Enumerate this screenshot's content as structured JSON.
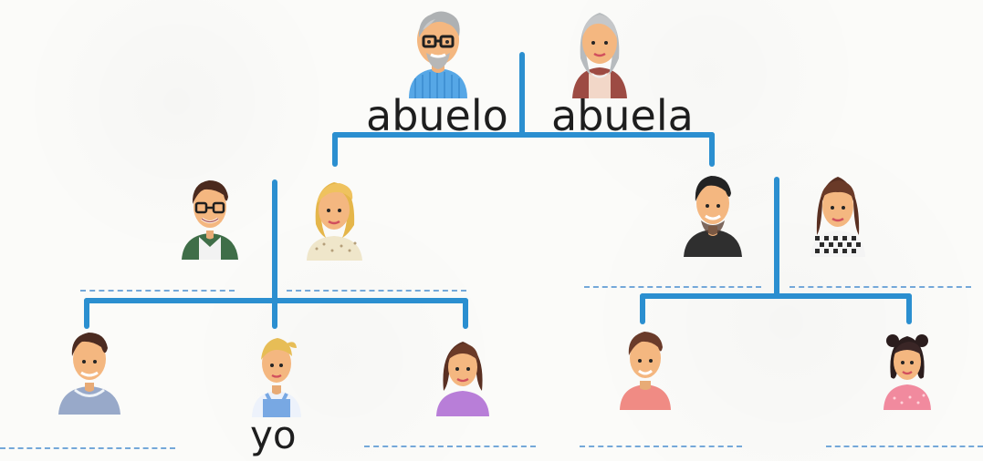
{
  "labels": {
    "grandfather": "abuelo",
    "grandmother": "abuela",
    "self": "yo"
  },
  "colors": {
    "line": "#2b8fd0",
    "dash": "#6da4d8",
    "text": "#1e1e1e"
  }
}
